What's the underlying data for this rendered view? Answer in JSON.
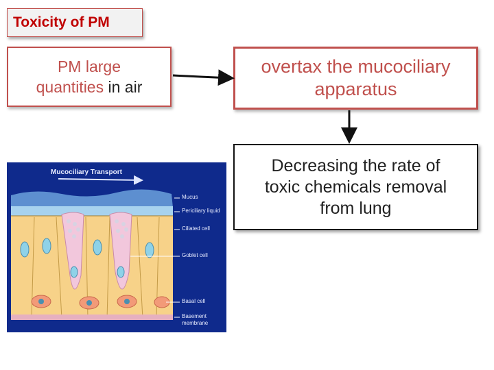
{
  "title": "Toxicity of PM",
  "box_pm": {
    "line1": "PM large",
    "line2_highlight": "quantities",
    "line2_rest": " in air"
  },
  "box_overtax": {
    "line1": "overtax the mucociliary",
    "line2": "apparatus"
  },
  "box_decrease": {
    "line1": "Decreasing the rate of",
    "line2": "toxic chemicals removal",
    "line3": "from lung"
  },
  "illustration": {
    "header": "Mucociliary Transport",
    "labels": [
      "Mucus",
      "Periciliary liquid",
      "Ciliated cell",
      "Goblet cell",
      "Basal cell",
      "Basement",
      "membrane"
    ]
  },
  "colors": {
    "accent": "#c0504d",
    "title": "#c00000",
    "illustration_bg": "#0f2a8c"
  }
}
